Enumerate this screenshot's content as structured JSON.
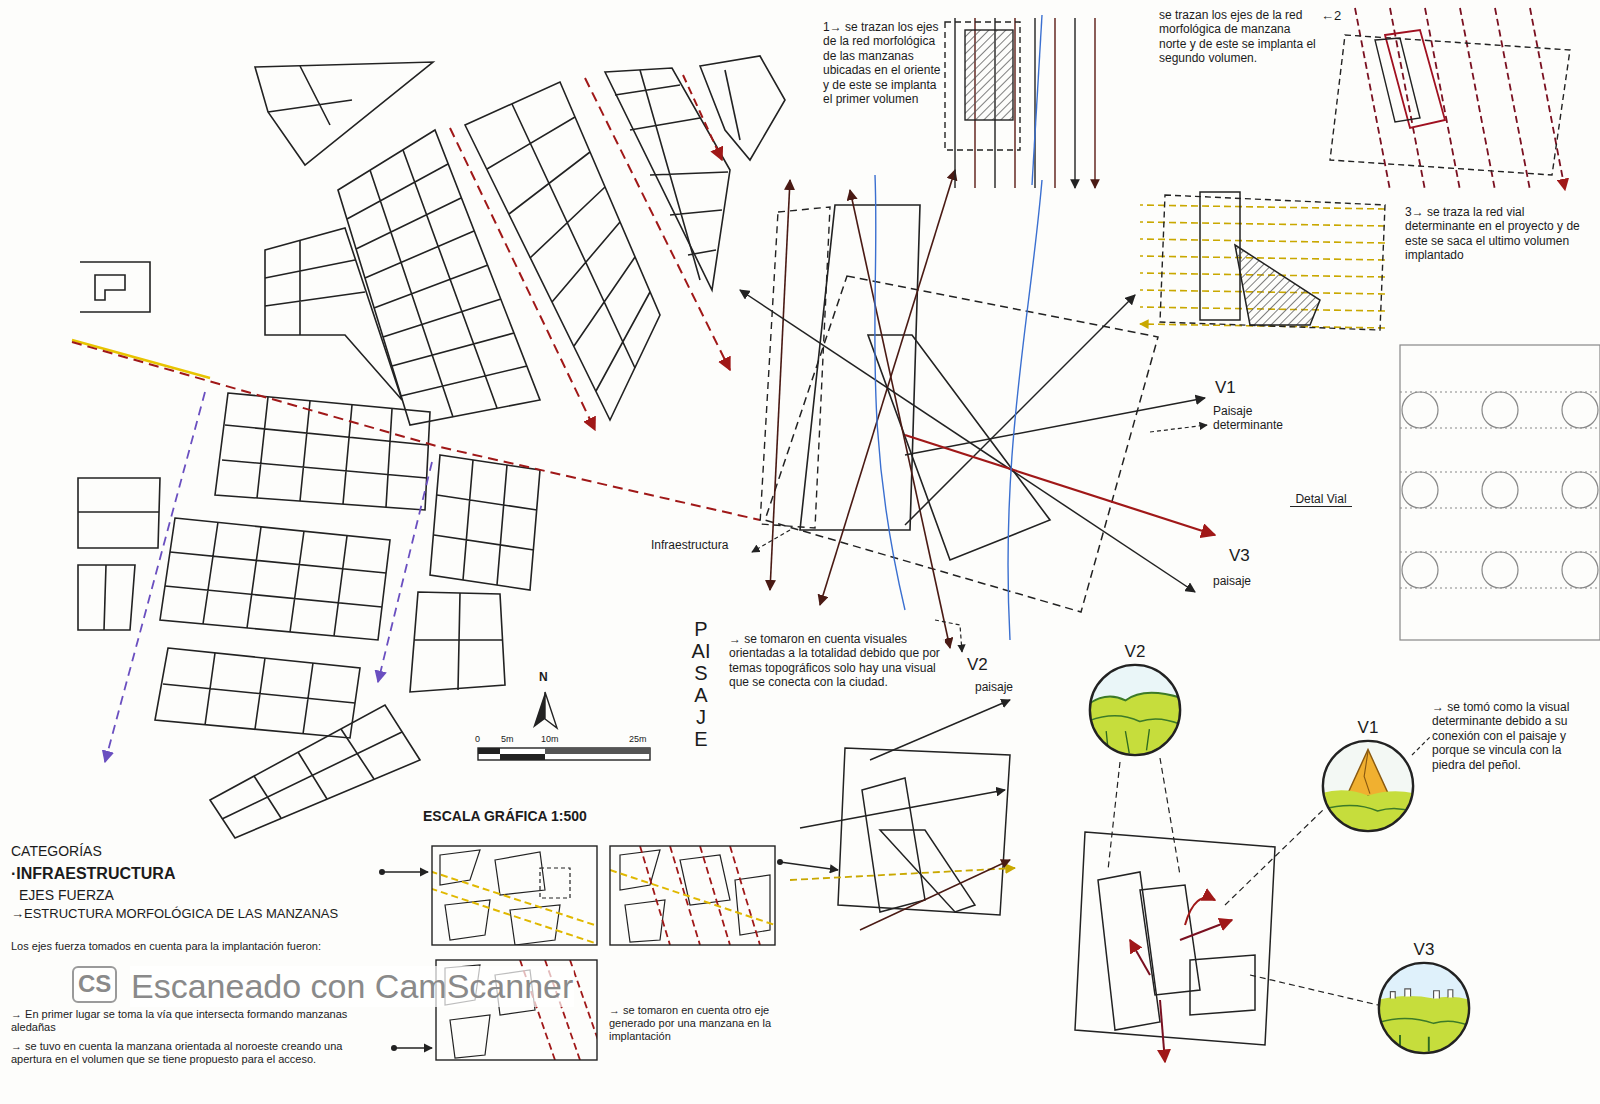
{
  "diagram": {
    "nodes": [
      {
        "text": [
          "V2"
        ]
      },
      {
        "text": [
          "V1"
        ]
      },
      {
        "text": [
          "V3"
        ]
      }
    ],
    "labels": [
      "1→ se trazan los ejes de la red morfológica de las manzanas ubicadas en el oriente y de este se implanta el primer volumen",
      "se trazan los ejes de la red morfológica de manzana norte y de este se implanta el segundo volumen.",
      "←2",
      "3→ se traza la red vial determinante en el proyecto y de este se saca el ultimo volumen implantado",
      "V1",
      "Paisaje determinante",
      "Detal Vial",
      "Infraestructura",
      "V3",
      "paisaje",
      "V2",
      "paisaje",
      "PAISAJE",
      "→ se tomaron en cuenta visuales orientadas a la totalidad debido que por temas topográficos solo hay una visual que se conecta con la ciudad.",
      "N",
      "0",
      "5m",
      "10m",
      "25m",
      "ESCALA GRÁFICA 1:500",
      "CATEGORÍAS",
      "·INFRAESTRUCTURA",
      "EJES FUERZA",
      "→ESTRUCTURA MORFOLÓGICA DE LAS MANZANAS",
      "Los ejes fuerza tomados en cuenta para la implantación fueron:",
      "→ En primer lugar se toma la vía que intersecta formando manzanas aledañas",
      "→ se tuvo en cuenta la manzana orientada al noroeste creando una apertura en el volumen que se tiene propuesto para el acceso.",
      "→ se tomaron en cuenta otro eje generado por una manzana en la implantación",
      "→ se tomó como la visual determinante debido a su conexión con el paisaje y porque se vincula con la piedra del peñol.",
      "CS",
      "Escaneado con CamScanner"
    ]
  }
}
